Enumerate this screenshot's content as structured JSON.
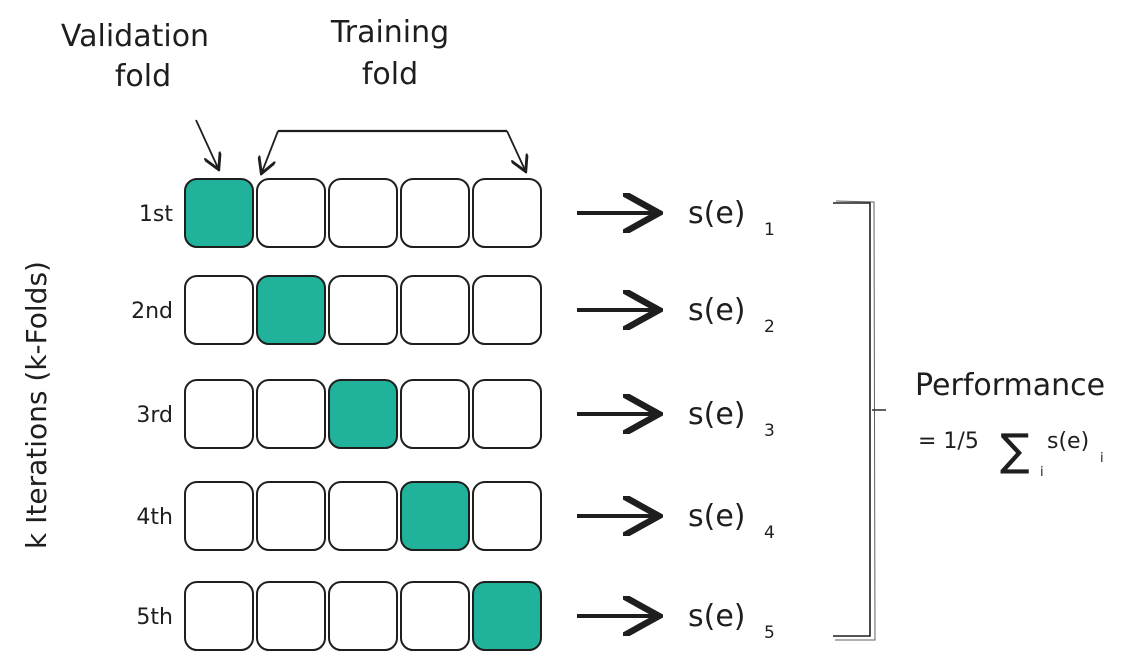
{
  "labels": {
    "validation_line1": "Validation",
    "validation_line2": "fold",
    "training_line1": "Training",
    "training_line2": "fold",
    "side_axis": "k Iterations (k-Folds)"
  },
  "colors": {
    "validation_fill": "#20b29a",
    "stroke": "#1e1e1e",
    "background": "#ffffff"
  },
  "folds_per_row": 5,
  "rows": [
    {
      "label": "1st",
      "validation_index": 0,
      "score": "s(e)",
      "subscript": "1"
    },
    {
      "label": "2nd",
      "validation_index": 1,
      "score": "s(e)",
      "subscript": "2"
    },
    {
      "label": "3rd",
      "validation_index": 2,
      "score": "s(e)",
      "subscript": "3"
    },
    {
      "label": "4th",
      "validation_index": 3,
      "score": "s(e)",
      "subscript": "4"
    },
    {
      "label": "5th",
      "validation_index": 4,
      "score": "s(e)",
      "subscript": "5"
    }
  ],
  "performance": {
    "title": "Performance",
    "formula_prefix": "= 1/5",
    "sigma": "∑",
    "sigma_sub": "i",
    "formula_term": "s(e)",
    "formula_term_sub": "i"
  }
}
